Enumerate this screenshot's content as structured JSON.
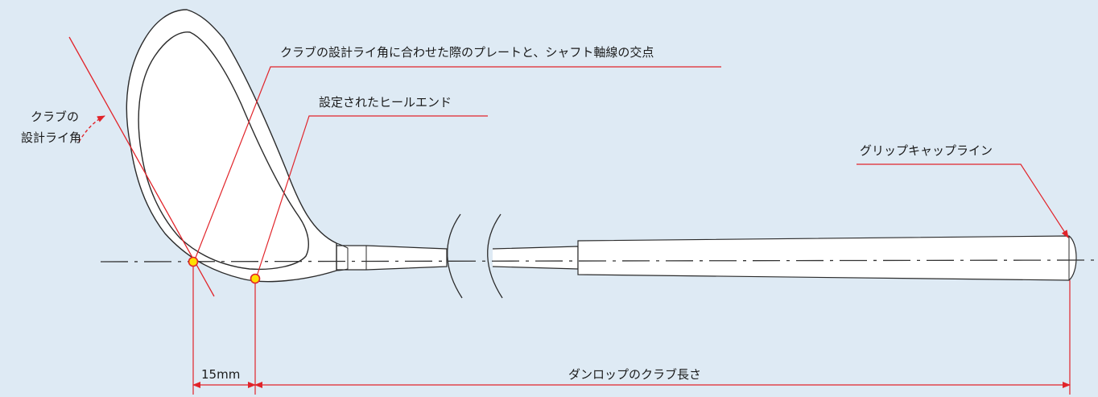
{
  "colors": {
    "background": "#deeaf4",
    "outline": "#2b2b2b",
    "fill": "#ffffff",
    "accent_line": "#e1242a",
    "point_fill": "#ffe000",
    "point_stroke": "#e1242a",
    "centerline": "#333333"
  },
  "labels": {
    "lie_angle_line1": "クラブの",
    "lie_angle_line2": "設計ライ角",
    "intersection_point": "クラブの設計ライ角に合わせた際のプレートと、シャフト軸線の交点",
    "heel_end": "設定されたヒールエンド",
    "grip_cap_line": "グリップキャップライン",
    "offset": "15mm",
    "club_length": "ダンロップのクラブ長さ"
  },
  "icons": {
    "point_marker": "yellow-dot-marker",
    "arrowhead": "red-arrowhead",
    "angle_arc": "dashed-arc-arrow-icon"
  }
}
